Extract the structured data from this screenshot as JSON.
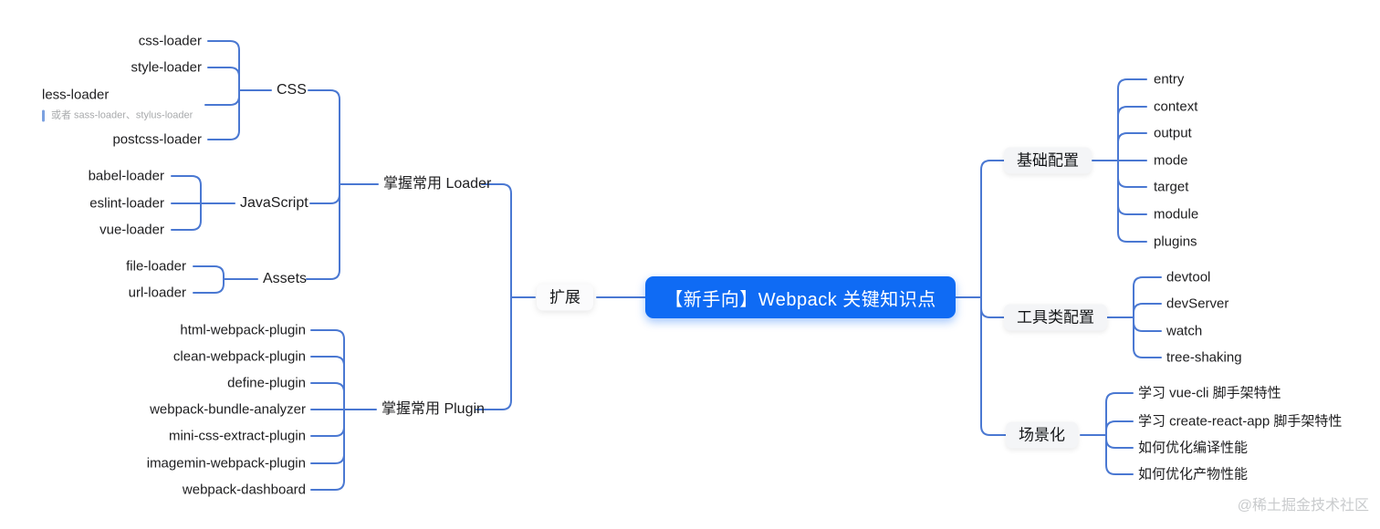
{
  "map": {
    "center": "【新手向】Webpack 关键知识点",
    "expand": "扩展",
    "loader_branch": "掌握常用 Loader",
    "plugin_branch": "掌握常用 Plugin",
    "css": {
      "label": "CSS",
      "items": [
        "css-loader",
        "style-loader",
        "less-loader",
        "postcss-loader"
      ],
      "less_note": "或者 sass-loader、stylus-loader"
    },
    "js": {
      "label": "JavaScript",
      "items": [
        "babel-loader",
        "eslint-loader",
        "vue-loader"
      ]
    },
    "assets": {
      "label": "Assets",
      "items": [
        "file-loader",
        "url-loader"
      ]
    },
    "plugins": [
      "html-webpack-plugin",
      "clean-webpack-plugin",
      "define-plugin",
      "webpack-bundle-analyzer",
      "mini-css-extract-plugin",
      "imagemin-webpack-plugin",
      "webpack-dashboard"
    ],
    "basic": {
      "label": "基础配置",
      "items": [
        "entry",
        "context",
        "output",
        "mode",
        "target",
        "module",
        "plugins"
      ]
    },
    "tools": {
      "label": "工具类配置",
      "items": [
        "devtool",
        "devServer",
        "watch",
        "tree-shaking"
      ]
    },
    "scene": {
      "label": "场景化",
      "items": [
        "学习 vue-cli 脚手架特性",
        "学习 create-react-app 脚手架特性",
        "如何优化编译性能",
        "如何优化产物性能"
      ]
    }
  },
  "watermark": "@稀土掘金技术社区",
  "colors": {
    "center_bg": "#0f6bf4",
    "center_text": "#ffffff",
    "line": "#4a78d2",
    "label_text": "#1d1d1f",
    "branch_box_bg": "#f4f5f7",
    "note_text": "#a8aaac",
    "note_bar": "#7ba1e0",
    "watermark": "#c9cbcd"
  }
}
